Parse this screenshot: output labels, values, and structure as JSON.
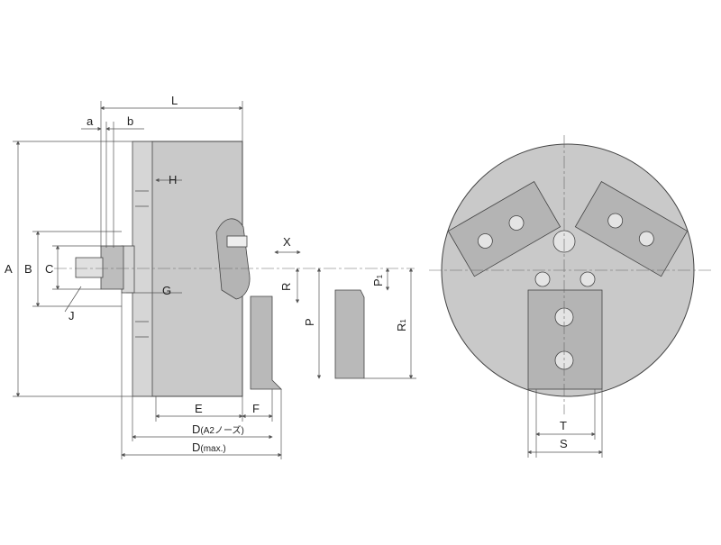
{
  "labels": {
    "L": "L",
    "a": "a",
    "b": "b",
    "H": "H",
    "A": "A",
    "B": "B",
    "C": "C",
    "G": "G",
    "J": "J",
    "X": "X",
    "R": "R",
    "P": "P",
    "P1": "P",
    "P1_sub": "1",
    "R1": "R",
    "R1_sub": "1",
    "E": "E",
    "F": "F",
    "D_nose": "D",
    "D_nose_suffix": "(A2ノーズ)",
    "D_max": "D",
    "D_max_suffix": "(max.)",
    "T": "T",
    "S": "S"
  },
  "colors": {
    "body_fill": "#c9c9c9",
    "body_dark": "#9e9e9e",
    "line": "#444444",
    "dim": "#555555",
    "hole": "#e4e4e4"
  }
}
